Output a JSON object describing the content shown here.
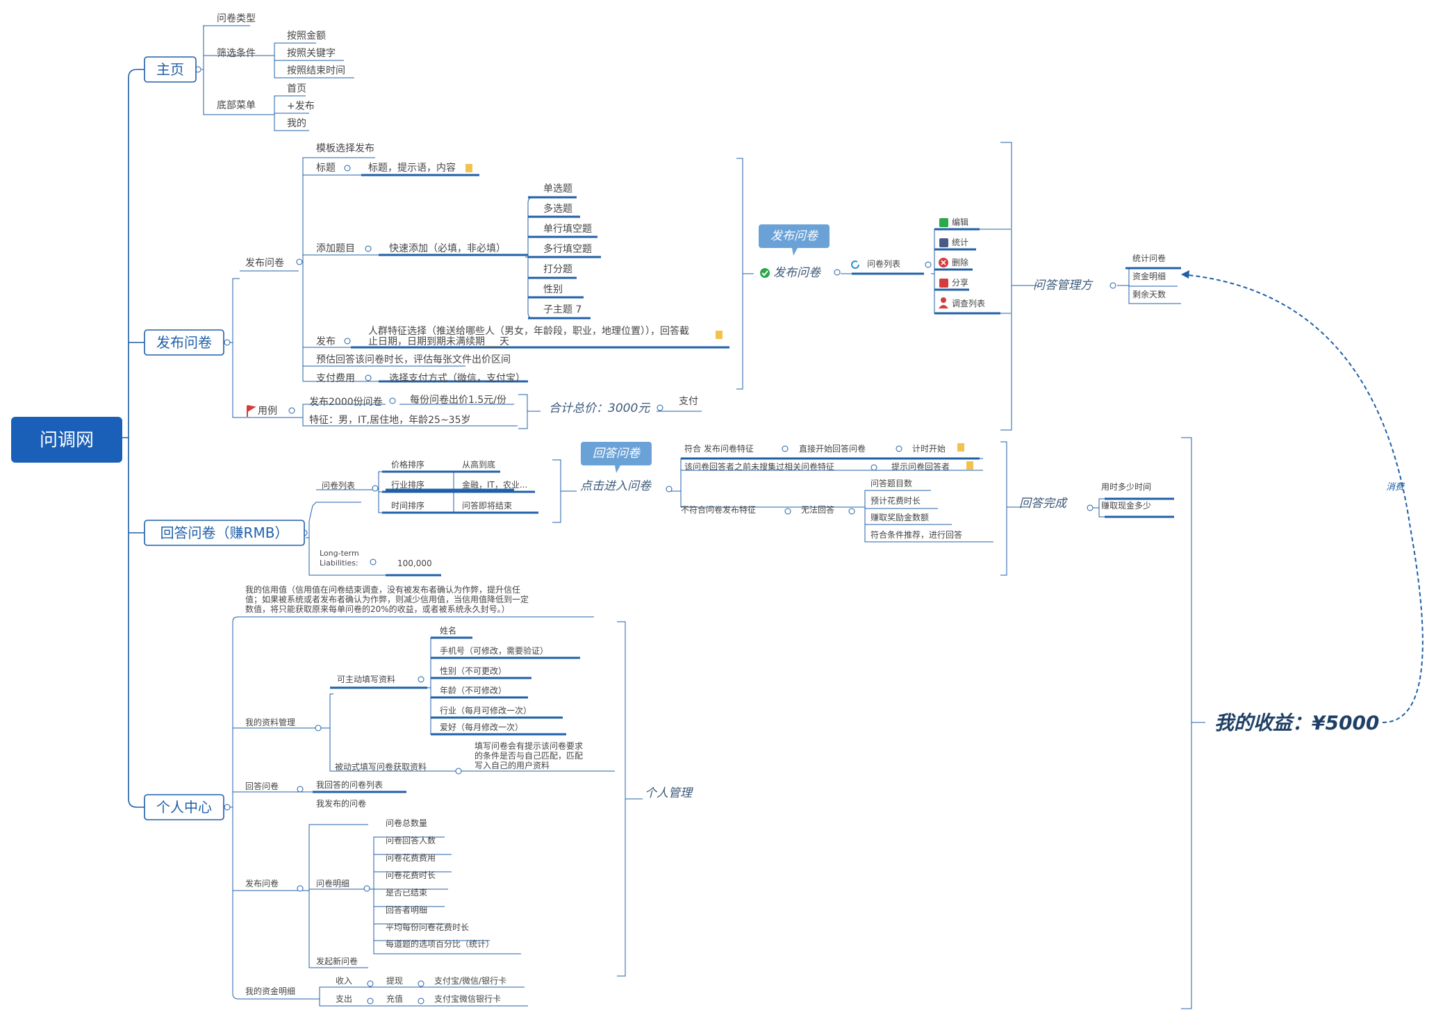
{
  "root": "问调网",
  "sections": {
    "home": "主页",
    "publish": "发布问卷",
    "answer": "回答问卷（赚RMB）",
    "personal": "个人中心"
  },
  "home": {
    "survey_type": "问卷类型",
    "filter": "筛选条件",
    "filter_items": [
      "按照金额",
      "按照关键字",
      "按照结束时间"
    ],
    "bottom_menu": "底部菜单",
    "menu_items": [
      "首页",
      "+发布",
      "我的"
    ]
  },
  "publish": {
    "label": "发布问卷",
    "template": "模板选择发布",
    "title": "标题",
    "title_detail": "标题，提示语，内容",
    "add_question": "添加题目",
    "quick_add": "快速添加（必填，非必填）",
    "question_types": [
      "单选题",
      "多选题",
      "单行填空题",
      "多行填空题",
      "打分题",
      "性别",
      "子主题 7"
    ],
    "release": "发布",
    "release_detail_1": "人群特征选择（推送给哪些人（男女，年龄段，职业，地理位置）），回答截",
    "release_detail_2": "止日期，日期到期未满续期___天",
    "estimate": "预估回答该问卷时长，评估每张文件出价区间",
    "pay": "支付费用",
    "pay_method": "选择支付方式（微信，支付宝）",
    "example": "用例",
    "example_1": "发布2000份问卷",
    "example_1_price": "每份问卷出价1.5元/份",
    "example_2": "特征：男，IT,居住地，年龄25~35岁",
    "total": "合计总价：3000元",
    "pay_action": "支付"
  },
  "manage": {
    "callout": "发布问卷",
    "node": "发布问卷",
    "list": "问卷列表",
    "actions": [
      "编辑",
      "统计",
      "删除",
      "分享",
      "调查列表"
    ],
    "party": "问答管理方",
    "stats": [
      "统计问卷",
      "资金明细",
      "剩余天数"
    ],
    "consume": "消费"
  },
  "answer": {
    "list": "问卷列表",
    "sorts": [
      {
        "label": "价格排序",
        "value": "从高到底"
      },
      {
        "label": "行业排序",
        "value": "金融，IT，农业..."
      },
      {
        "label": "时间排序",
        "value": "问答即将结束"
      }
    ],
    "liab_1": "Long-term",
    "liab_2": "Liabilities:",
    "liab_value": "100,000",
    "callout": "回答问卷",
    "enter": "点击进入问卷",
    "match": "符合 发布问卷特征",
    "direct": "直接开始回答问卷",
    "timer": "计时开始",
    "already": "该问卷回答者之前未搜集过相关问卷特征",
    "prompt": "提示问卷回答者",
    "nomatch": "不符合问卷发布特征",
    "cannot": "无法回答",
    "cannot_items": [
      "问答题目数",
      "预计花费时长",
      "赚取奖励金数额",
      "符合条件推荐，进行回答"
    ],
    "done": "回答完成",
    "done_items": [
      "用时多少时间",
      "赚取现金多少"
    ]
  },
  "income": "我的收益：¥5000",
  "personal": {
    "credit_1": "我的信用值（信用值在问卷结束调查，没有被发布者确认为作弊，提升信任",
    "credit_2": "值；如果被系统或者发布者确认为作弊，则减少信用值，当信用值降低到一定",
    "credit_3": "数值，将只能获取原来每单问卷的20%的收益，或者被系统永久封号。）",
    "profile": "我的资料管理",
    "active_fill": "可主动填写资料",
    "fields": [
      "姓名",
      "手机号（可修改，需要验证）",
      "性别（不可更改）",
      "年龄（不可修改）",
      "行业（每月可修改一次）",
      "爱好（每月修改一次）"
    ],
    "passive_fill": "被动式填写问卷获取资料",
    "passive_1": "填写问卷会有提示该问卷要求",
    "passive_2": "的条件是否与自己匹配，匹配",
    "passive_3": "写入自己的用户资料",
    "answered": "回答问卷",
    "answered_list": "我回答的问卷列表",
    "published": "发布问卷",
    "my_published": "我发布的问卷",
    "detail": "问卷明细",
    "detail_items": [
      "问卷总数量",
      "问卷回答人数",
      "问卷花费费用",
      "问卷花费时长",
      "是否已结束",
      "回答者明细",
      "平均每份问卷花费时长",
      "每道题的选项百分比（统计）"
    ],
    "new": "发起新问卷",
    "funds": "我的资金明细",
    "income": "收入",
    "withdraw": "提现",
    "withdraw_to": "支付宝/微信/银行卡",
    "expense": "支出",
    "recharge": "充值",
    "recharge_from": "支付宝微信银行卡",
    "mgmt": "个人管理"
  },
  "colors": {
    "accent": "#1f5fa8",
    "root": "#1a60b8",
    "callout": "#6aa2d8"
  }
}
